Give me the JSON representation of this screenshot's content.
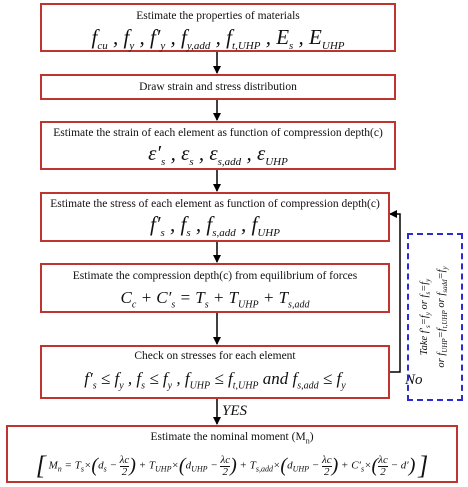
{
  "steps": [
    {
      "title": "Estimate the properties of materials",
      "formula": "f_cu , f_y , f_y′ , f_y,add , f_t,UHP , E_s , E_UHP"
    },
    {
      "title": "Draw strain and stress distribution"
    },
    {
      "title": "Estimate the strain of each element as function of compression depth(c)",
      "formula": "ε′_s , ε_s , ε_s,add , ε_UHP"
    },
    {
      "title": "Estimate the stress of each element as function of compression depth(c)",
      "formula": "f′_s , f_s , f_s,add , f_UHP"
    },
    {
      "title": "Estimate the compression depth(c) from equilibrium of forces",
      "formula": "C_c + C′_s = T_s + T_UHP + T_s,add"
    },
    {
      "title": "Check on stresses for each element",
      "formula": "f′_s ≤ f_y , f_s ≤ f_y , f_UHP ≤ f_t,UHP and f_s,add ≤ f_y"
    },
    {
      "title": "Estimate the nominal moment (Mn)",
      "formula": "M_n = T_s×(d_s − λc/2) + T_UHP×(d_UHP − λc/2) + T_s,add×(d_UHP − λc/2) + C′_s×(λc/2 − d′)"
    }
  ],
  "labels": {
    "no": "No",
    "yes": "YES"
  },
  "feedback": {
    "line1": "Take f′s=fy or fs=fy",
    "line2": "or fUHP=ft,UHP or fsadd=fy"
  },
  "colors": {
    "box_border": "#c0342f",
    "feedback_border": "#2a2ad6"
  }
}
